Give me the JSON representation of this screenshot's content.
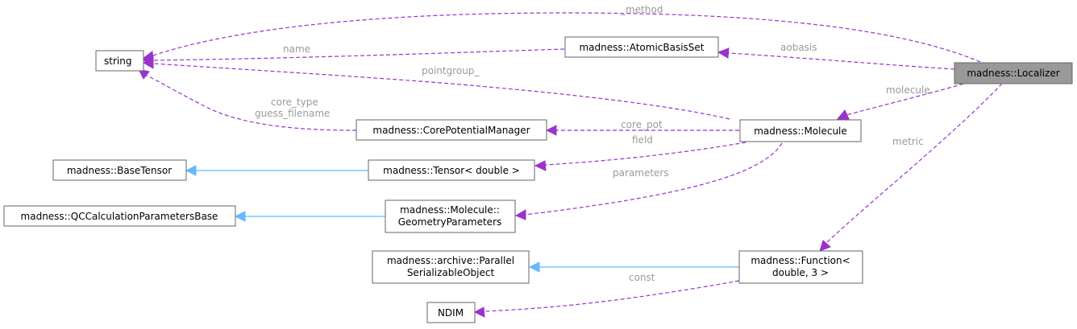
{
  "nodes": {
    "localizer": "madness::Localizer",
    "string": "string",
    "atomic_basis_set": "madness::AtomicBasisSet",
    "molecule": "madness::Molecule",
    "core_potential_manager": "madness::CorePotentialManager",
    "tensor_double": "madness::Tensor< double >",
    "base_tensor": "madness::BaseTensor",
    "geometry_parameters": [
      "madness::Molecule::",
      "GeometryParameters"
    ],
    "qc_calculation_parameters_base": "madness::QCCalculationParametersBase",
    "parallel_serializable_object": [
      "madness::archive::Parallel",
      "SerializableObject"
    ],
    "function_double_3": [
      "madness::Function<",
      "double, 3 >"
    ],
    "ndim": "NDIM"
  },
  "edge_labels": {
    "method": "_method",
    "name": "name",
    "aobasis": "aobasis",
    "pointgroup": "pointgroup_",
    "molecule": "molecule",
    "core_type": "core_type",
    "guess_filename": "guess_filename",
    "core_pot": "core_pot",
    "field": "field",
    "metric": "metric",
    "parameters": "parameters",
    "const": "const"
  },
  "colors": {
    "usage_edge": "#9a32cd",
    "inheritance_edge": "#63b8ff",
    "highlight_node": "#999999",
    "edge_label": "#9a9a9a"
  }
}
